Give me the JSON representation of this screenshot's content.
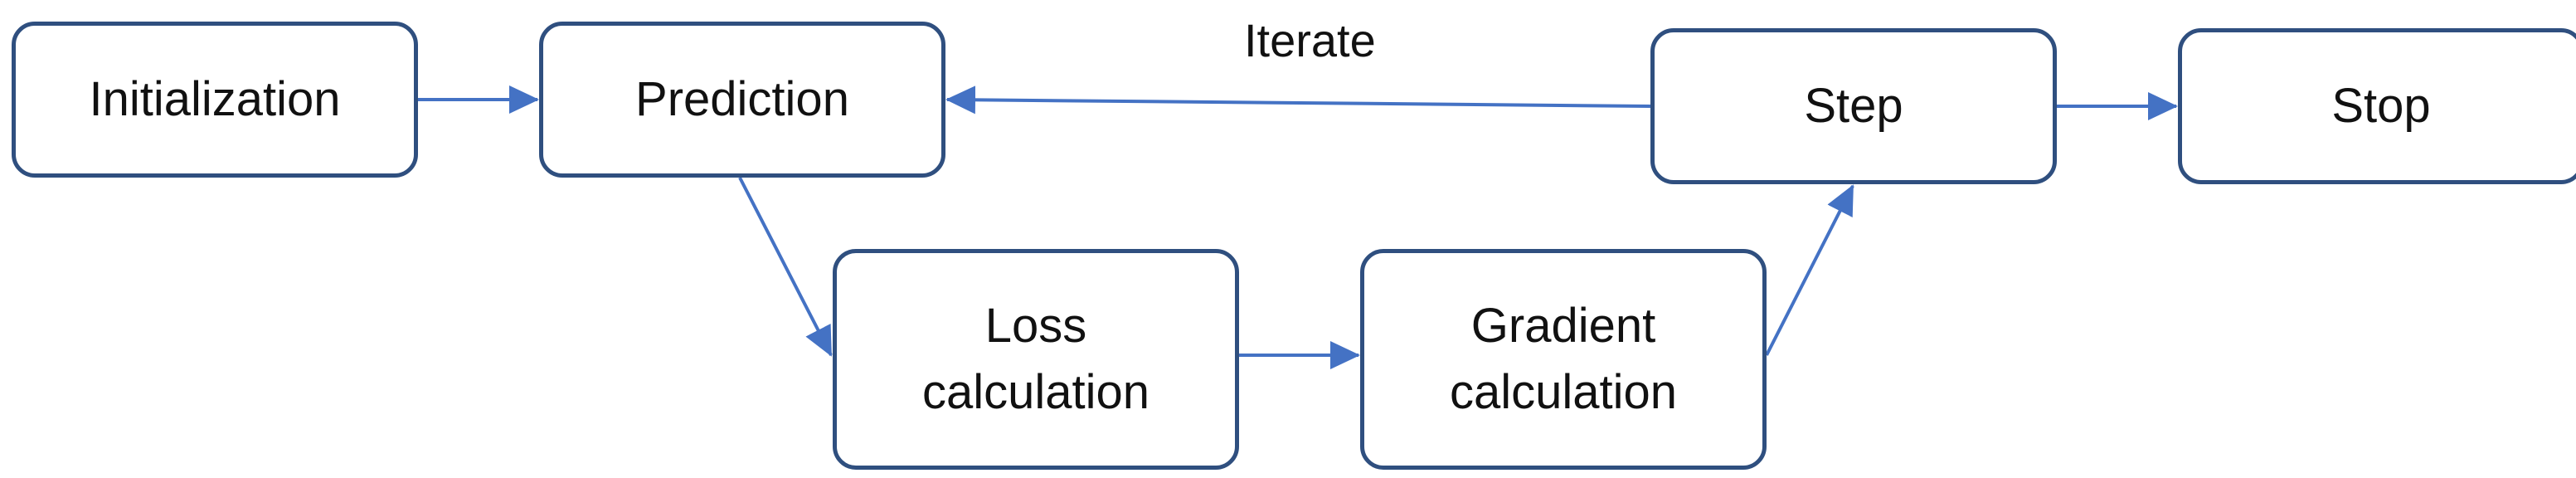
{
  "diagram": {
    "nodes": {
      "initialization": {
        "label": "Initialization"
      },
      "prediction": {
        "label": "Prediction"
      },
      "loss": {
        "label_line1": "Loss",
        "label_line2": "calculation"
      },
      "gradient": {
        "label_line1": "Gradient",
        "label_line2": "calculation"
      },
      "step": {
        "label": "Step"
      },
      "stop": {
        "label": "Stop"
      }
    },
    "edges": [
      {
        "from": "Initialization",
        "to": "Prediction"
      },
      {
        "from": "Prediction",
        "to": "Loss calculation"
      },
      {
        "from": "Loss calculation",
        "to": "Gradient calculation"
      },
      {
        "from": "Gradient calculation",
        "to": "Step"
      },
      {
        "from": "Step",
        "to": "Prediction",
        "label": "Iterate"
      },
      {
        "from": "Step",
        "to": "Stop"
      }
    ],
    "iterate_label": "Iterate",
    "colors": {
      "node_border": "#2f4f7f",
      "arrow": "#4472c4",
      "text": "#111111"
    }
  }
}
